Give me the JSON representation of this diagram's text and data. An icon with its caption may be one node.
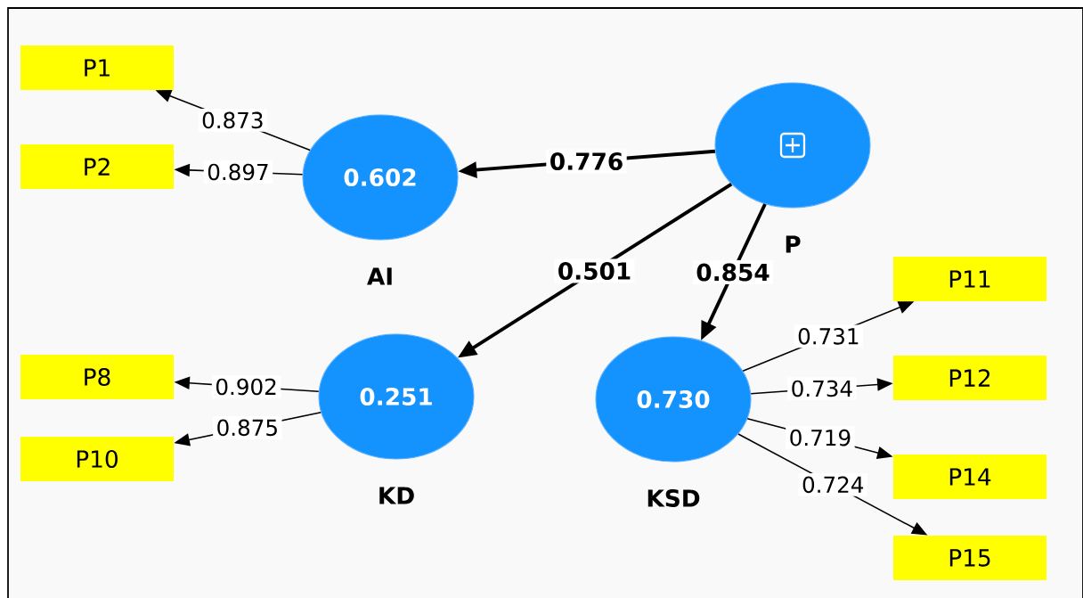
{
  "diagram": {
    "nodes": [
      {
        "text": [
          "P1"
        ]
      },
      {
        "text": [
          "P2"
        ]
      },
      {
        "text": [
          "0.602"
        ],
        "beside": [
          "AI"
        ]
      },
      {
        "text": [],
        "shape": "circle",
        "beside": [
          "P"
        ]
      },
      {
        "text": [
          "P11"
        ]
      },
      {
        "text": [
          "P8"
        ]
      },
      {
        "text": [
          "0.251"
        ],
        "beside": [
          "KD"
        ]
      },
      {
        "text": [
          "0.730"
        ],
        "beside": [
          "KSD"
        ]
      },
      {
        "text": [
          "P12"
        ]
      },
      {
        "text": [
          "P10"
        ]
      },
      {
        "text": [
          "P14"
        ]
      },
      {
        "text": [
          "P15"
        ]
      }
    ],
    "edges": [
      {
        "from": 2,
        "to": 0,
        "arrow": "to",
        "label": "0.873"
      },
      {
        "from": 2,
        "to": 1,
        "arrow": "to",
        "label": "0.897"
      },
      {
        "from": 3,
        "to": 2,
        "arrow": "to",
        "label": "0.776",
        "style": "thick"
      },
      {
        "from": 3,
        "to": 6,
        "arrow": "to",
        "label": "0.501",
        "style": "thick"
      },
      {
        "from": 3,
        "to": 7,
        "arrow": "to",
        "label": "0.854",
        "style": "thick"
      },
      {
        "from": 6,
        "to": 5,
        "arrow": "to",
        "label": "0.902"
      },
      {
        "from": 6,
        "to": 9,
        "arrow": "to",
        "label": "0.875"
      },
      {
        "from": 7,
        "to": 4,
        "arrow": "to",
        "label": "0.731"
      },
      {
        "from": 7,
        "to": 8,
        "arrow": "to",
        "label": "0.734"
      },
      {
        "from": 7,
        "to": 10,
        "arrow": "to",
        "label": "0.719"
      },
      {
        "from": 7,
        "to": 11,
        "arrow": "to",
        "label": "0.724"
      }
    ]
  }
}
